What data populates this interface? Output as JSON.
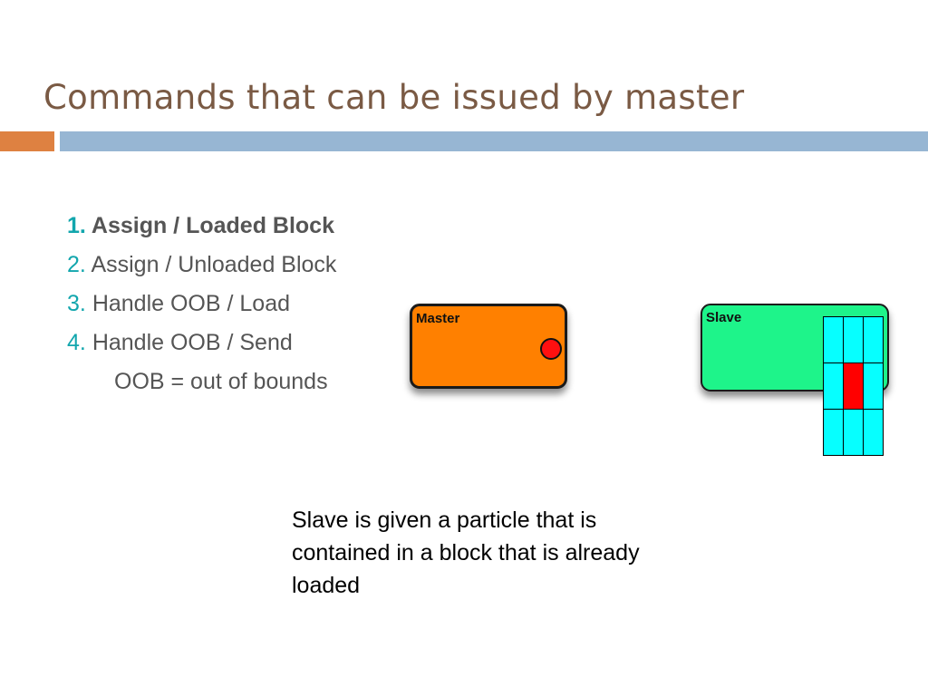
{
  "slide": {
    "title": "Commands that can be issued by master",
    "list": [
      {
        "num": "1.",
        "label": "Assign / Loaded Block"
      },
      {
        "num": "2.",
        "label": "Assign / Unloaded Block"
      },
      {
        "num": "3.",
        "label": "Handle OOB / Load"
      },
      {
        "num": "4.",
        "label": "Handle OOB / Send"
      }
    ],
    "note": "OOB = out of bounds",
    "caption": "Slave is given a particle that is contained in a block that is already loaded"
  },
  "diagram": {
    "master_label": "Master",
    "slave_label": "Slave",
    "grid": {
      "rows": 3,
      "cols": 3,
      "loaded_cell": {
        "row": 2,
        "col": 2
      }
    },
    "colors": {
      "master": "#ff8000",
      "slave": "#1ef48a",
      "block": "#06ffff",
      "loaded_block": "#ff0000",
      "particle": "#ff1010",
      "accent_bar": "#de8141",
      "header_bar": "#97b6d3",
      "list_number": "#12a6ad",
      "title": "#7a5a44"
    }
  }
}
